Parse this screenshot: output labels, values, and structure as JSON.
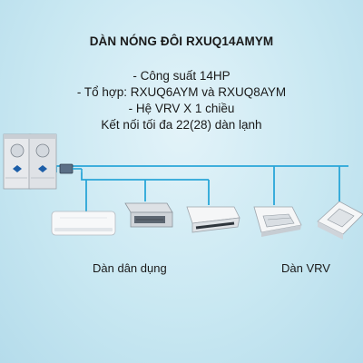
{
  "title": "DÀN NÓNG ĐÔI RXUQ14AMYM",
  "specs": [
    "- Công suất 14HP",
    "- Tổ hợp: RXUQ6AYM và RXUQ8AYM",
    "- Hệ VRV X 1 chiều",
    "Kết nối tối đa 22(28) dàn lạnh"
  ],
  "groups": {
    "residential_label": "Dàn dân dụng",
    "vrv_label": "Dàn VRV"
  },
  "colors": {
    "background": "#c9e8f2",
    "pipe": "#29a6d8",
    "brand_blue": "#1c5ea8"
  },
  "units": {
    "outdoor": "twin-outdoor-unit-icon",
    "branch_kit": "refnet-joint-icon",
    "indoor": [
      "wall-mounted-unit-icon",
      "ducted-unit-icon",
      "ceiling-1way-cassette-icon",
      "ceiling-2way-cassette-icon",
      "ceiling-4way-cassette-icon"
    ]
  }
}
